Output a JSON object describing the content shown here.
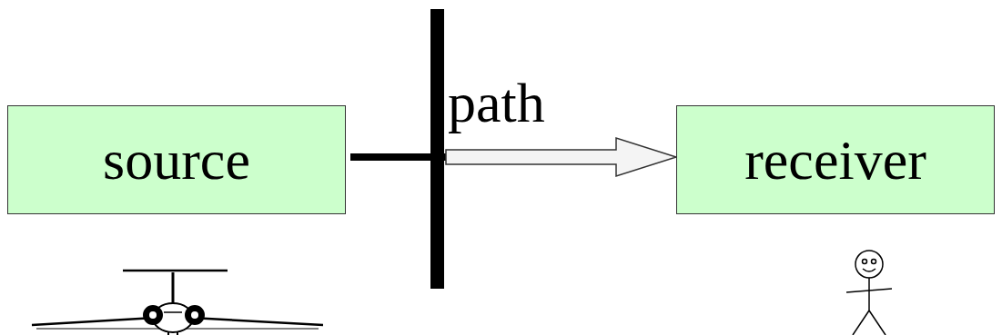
{
  "diagram": {
    "nodes": [
      {
        "text": [
          "source"
        ]
      },
      {
        "text": [
          "receiver"
        ]
      }
    ],
    "edges": [
      {
        "from": 0,
        "to": 1,
        "arrow": "to",
        "label": "path"
      }
    ]
  }
}
